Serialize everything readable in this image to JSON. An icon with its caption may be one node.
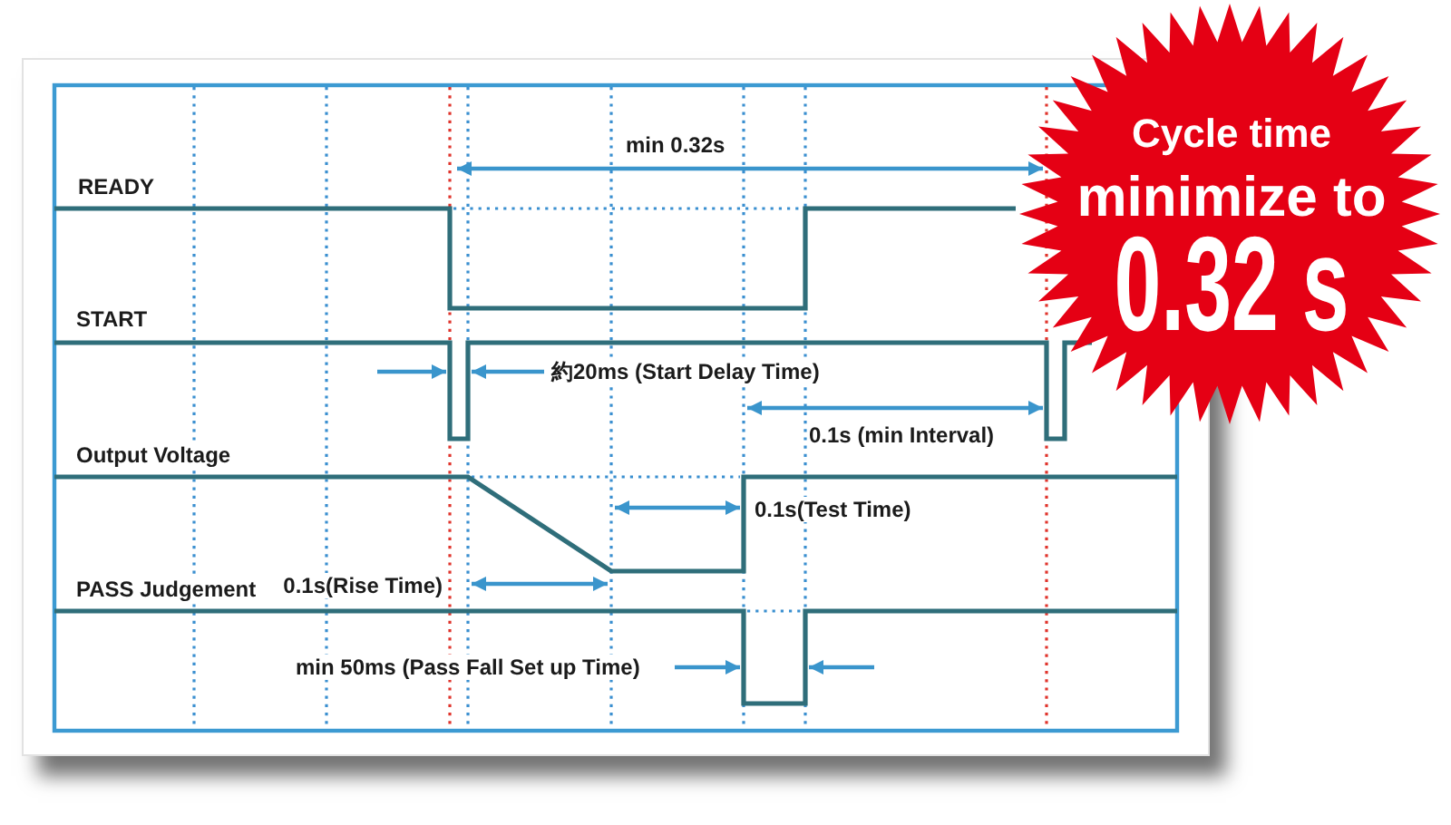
{
  "diagram": {
    "nodes": [
      {
        "text": [
          "Cycle time",
          "minimize to",
          "0.32 s"
        ]
      }
    ],
    "labels": [
      "min 0.32s",
      "READY",
      "START",
      "約20ms (Start Delay Time)",
      "0.1s (min Interval)",
      "Output Voltage",
      "0.1s(Test Time)",
      "PASS Judgement",
      "0.1s(Rise Time)",
      "min 50ms (Pass Fall Set up Time)"
    ]
  }
}
